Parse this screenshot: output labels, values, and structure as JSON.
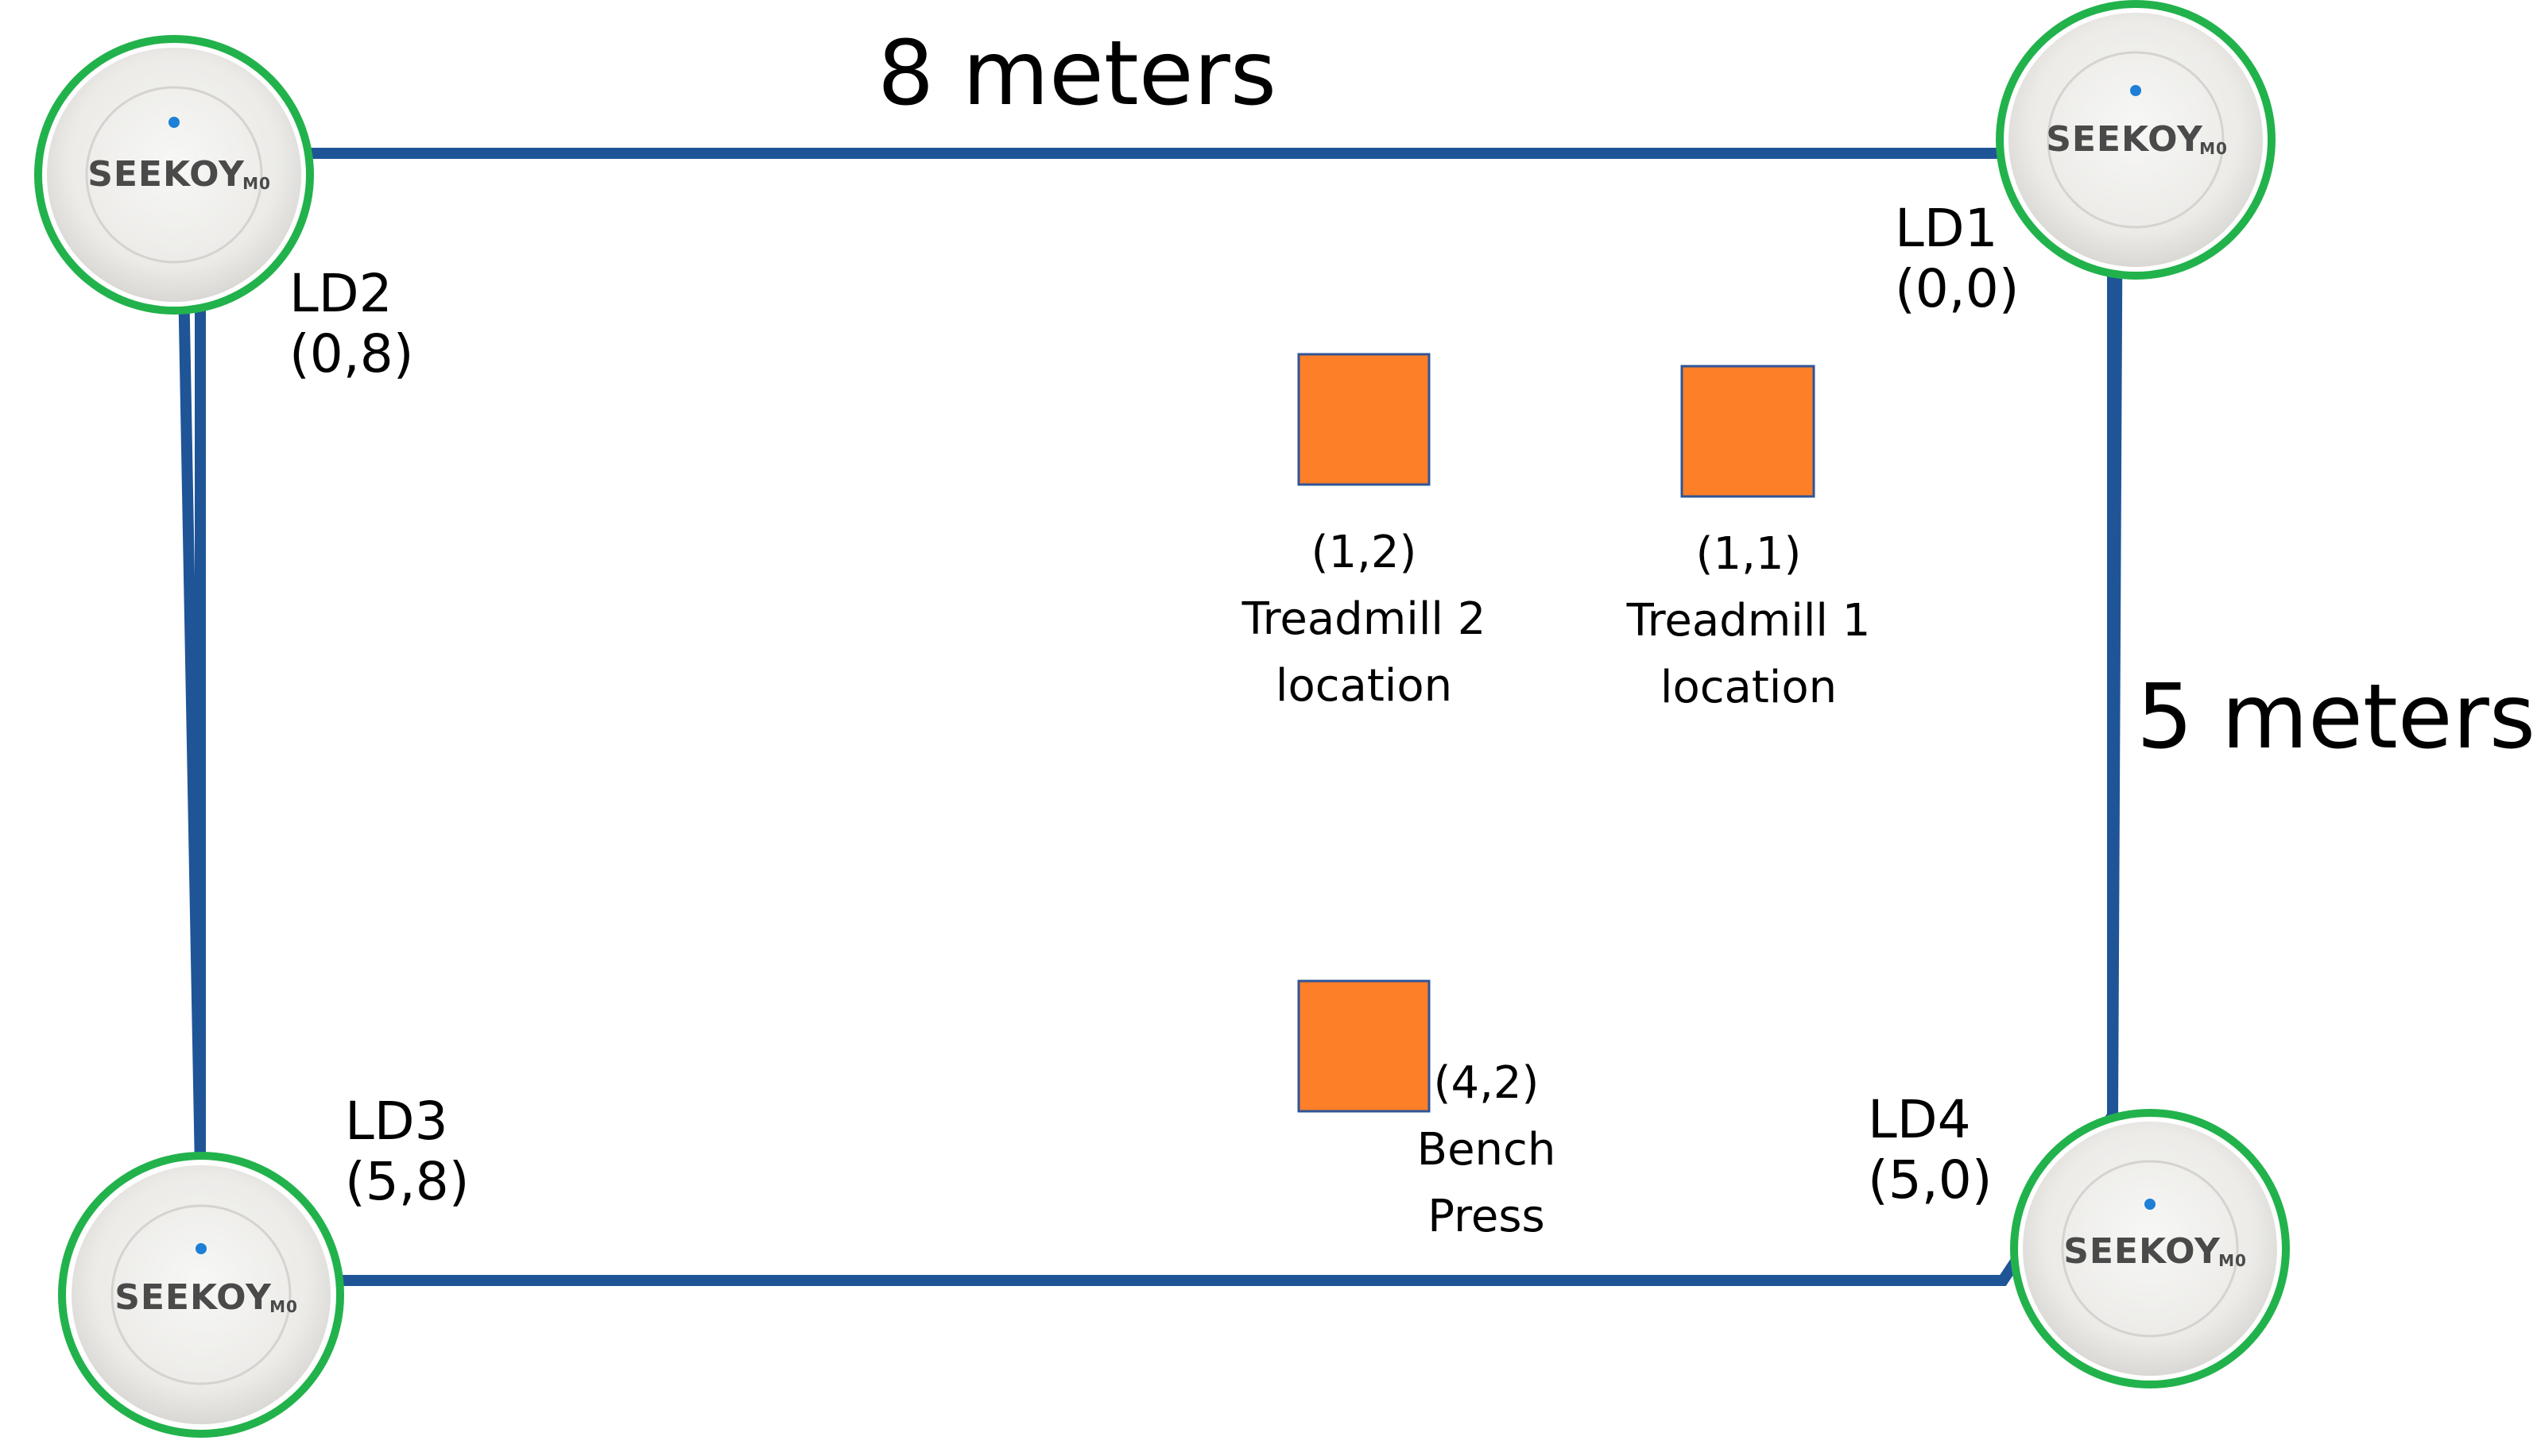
{
  "dimensions": {
    "width_label": "8 meters",
    "height_label": "5 meters"
  },
  "colors": {
    "boundary": "#1f5597",
    "marker_fill": "#fd7f27",
    "marker_stroke": "#2f5597",
    "device_ring": "#22b24c",
    "device_body": "#eeeeec",
    "device_dot": "#1e7fd6",
    "brand_text": "#4a4a4a"
  },
  "devices": [
    {
      "id": "ld1",
      "name": "LD1",
      "coord": "(0,0)",
      "brand": "SEEKOY",
      "model": "M0",
      "icon": "seekoy-beacon-icon"
    },
    {
      "id": "ld2",
      "name": "LD2",
      "coord": "(0,8)",
      "brand": "SEEKOY",
      "model": "M0",
      "icon": "seekoy-beacon-icon"
    },
    {
      "id": "ld3",
      "name": "LD3",
      "coord": "(5,8)",
      "brand": "SEEKOY",
      "model": "M0",
      "icon": "seekoy-beacon-icon"
    },
    {
      "id": "ld4",
      "name": "LD4",
      "coord": "(5,0)",
      "brand": "SEEKOY",
      "model": "M0",
      "icon": "seekoy-beacon-icon"
    }
  ],
  "equipment": [
    {
      "id": "treadmill2",
      "coord": "(1,2)",
      "line1": "Treadmill 2",
      "line2": "location"
    },
    {
      "id": "treadmill1",
      "coord": "(1,1)",
      "line1": "Treadmill 1",
      "line2": "location"
    },
    {
      "id": "bench",
      "coord": "(4,2)",
      "line1": "Bench",
      "line2": "Press"
    }
  ]
}
